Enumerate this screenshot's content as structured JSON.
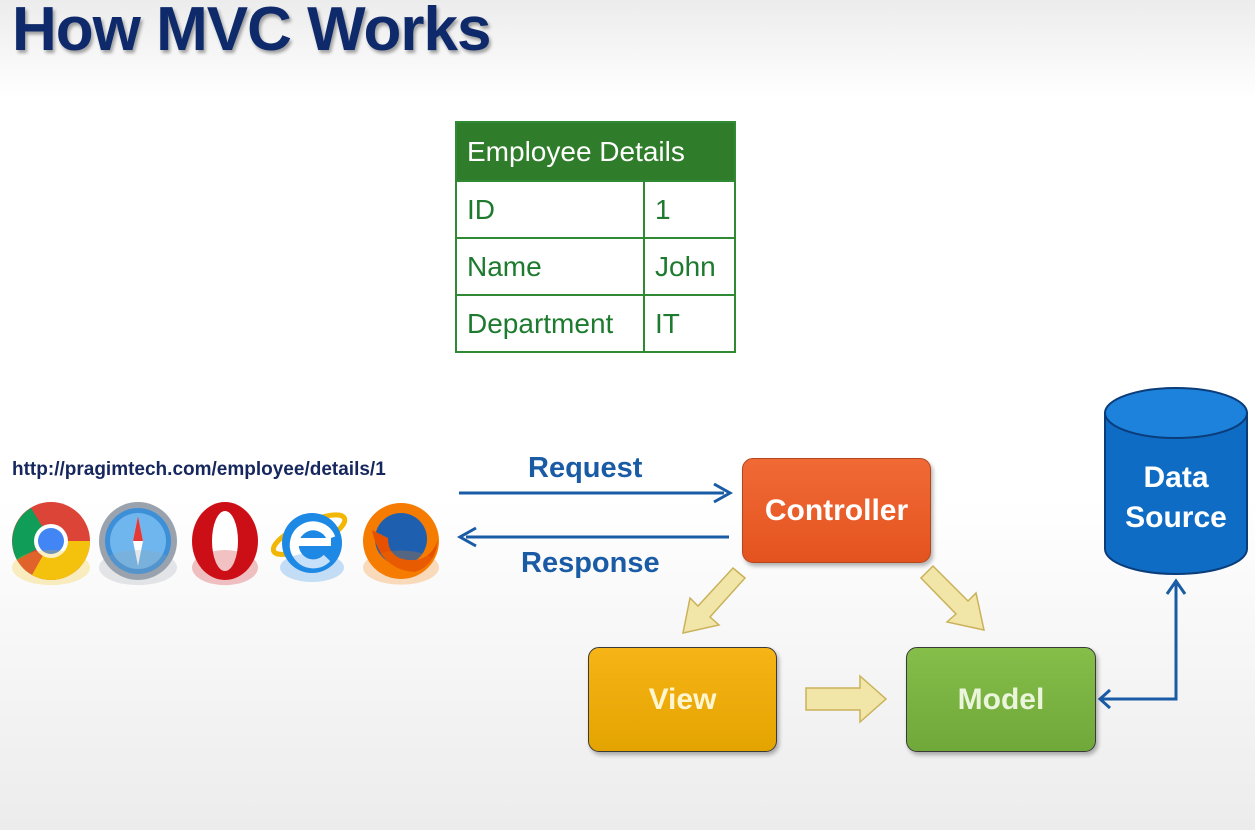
{
  "slide": {
    "title": "How MVC Works"
  },
  "table": {
    "header": "Employee Details",
    "rows": [
      {
        "label": "ID",
        "value": "1"
      },
      {
        "label": "Name",
        "value": "John"
      },
      {
        "label": "Department",
        "value": "IT"
      }
    ]
  },
  "browser_area": {
    "url": "http://pragimtech.com/employee/details/1",
    "browsers": [
      "chrome-icon",
      "safari-icon",
      "opera-icon",
      "internet-explorer-icon",
      "firefox-icon"
    ]
  },
  "flow": {
    "request_label": "Request",
    "response_label": "Response",
    "controller": "Controller",
    "view": "View",
    "model": "Model",
    "data_source_line1": "Data",
    "data_source_line2": "Source"
  },
  "colors": {
    "title": "#0f2a6b",
    "table_green": "#2f7d2a",
    "arrow_blue": "#1a5ba5",
    "controller": "#e85a25",
    "view": "#f0ae0a",
    "model": "#7ab342",
    "database": "#0e6cc4",
    "block_arrow": "#f2e5a8"
  }
}
